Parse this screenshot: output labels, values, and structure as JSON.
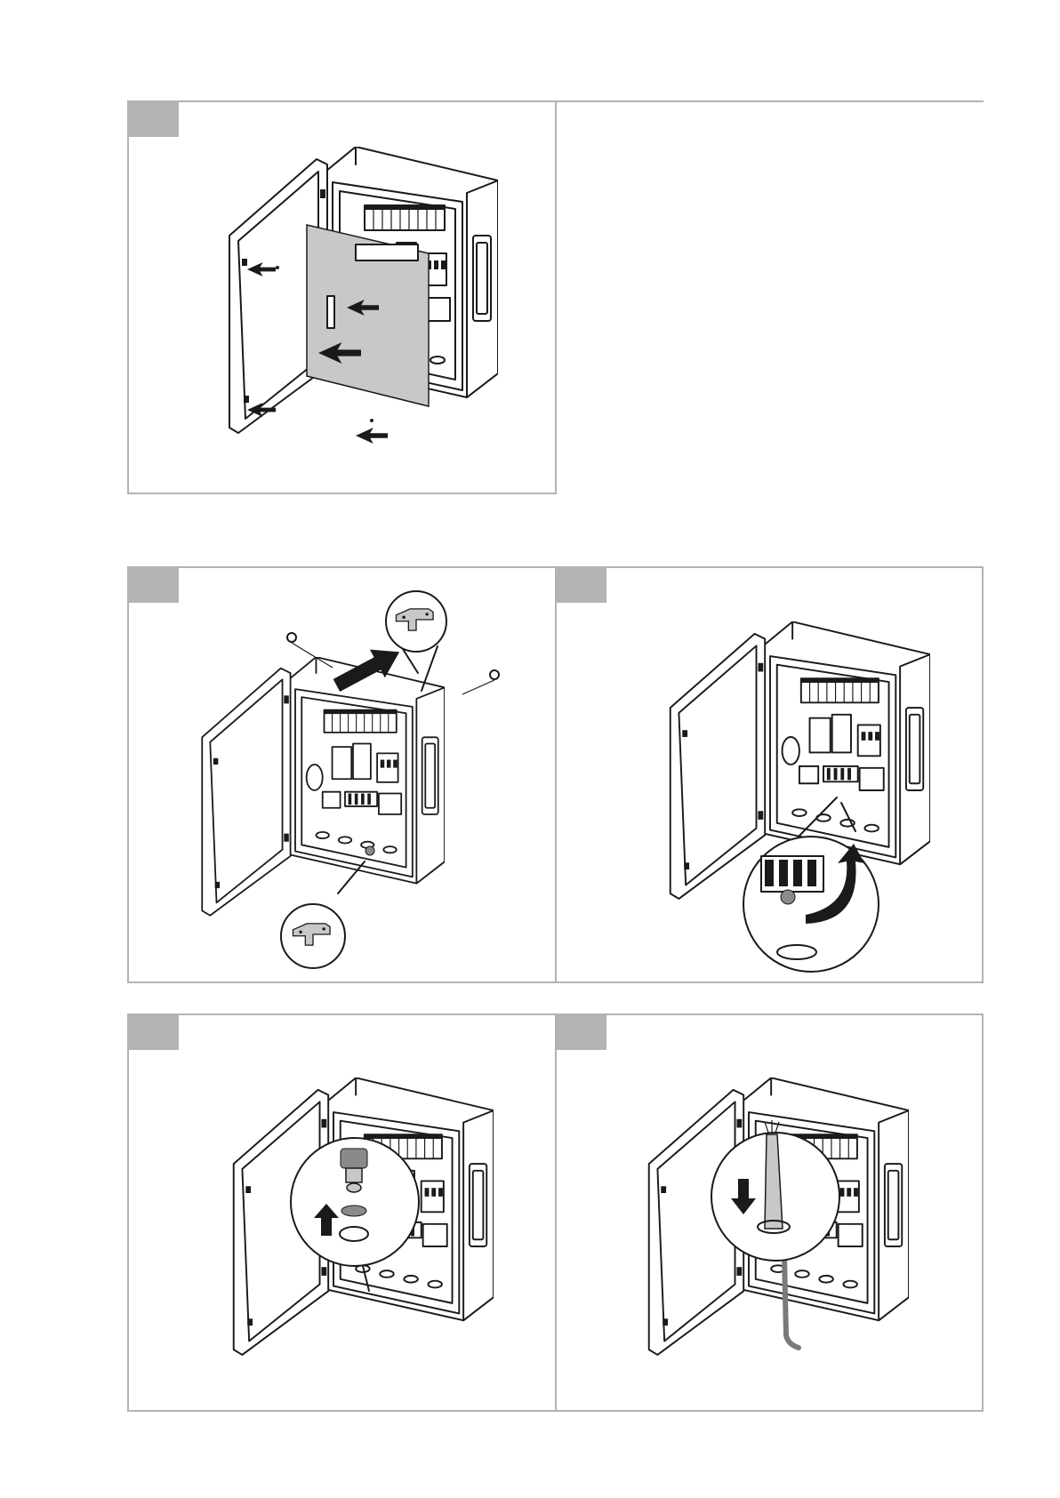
{
  "document": {
    "type": "installation-instructions-figure-page",
    "steps": [
      {
        "id": "step-remove-cover-plate",
        "action": "remove-cover-plate"
      },
      {
        "id": "step-attach-wall-brackets",
        "action": "attach-brackets"
      },
      {
        "id": "step-ground-terminal",
        "action": "rotate-terminal"
      },
      {
        "id": "step-remove-cable-gland",
        "action": "remove-gland-plug"
      },
      {
        "id": "step-insert-cable",
        "action": "insert-cable"
      }
    ]
  },
  "icons": {
    "enclosure": "open-electrical-enclosure-icon",
    "arrow": "direction-arrow-icon",
    "bracket": "mounting-bracket-icon",
    "screw": "screw-icon",
    "magnifier": "detail-magnifier-icon",
    "cable": "power-cable-icon"
  },
  "colors": {
    "panel_border": "#b3b3b3",
    "step_tab": "#b3b3b3",
    "cover_plate": "#c8c8c8",
    "line_art": "#1a1a1a"
  }
}
